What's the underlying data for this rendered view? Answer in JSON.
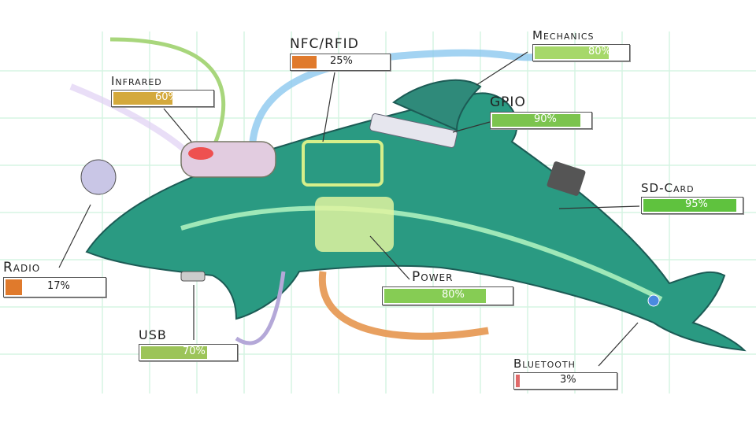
{
  "components": [
    {
      "id": "mechanics",
      "label": "Mechanics",
      "percent_text": "80%",
      "value": 80,
      "color": "#a6d86a"
    },
    {
      "id": "nfc-rfid",
      "label": "NFC/RFID",
      "percent_text": "25%",
      "value": 25,
      "color": "#e07a2c"
    },
    {
      "id": "infrared",
      "label": "Infrared",
      "percent_text": "60%",
      "value": 60,
      "color": "#d4a93c"
    },
    {
      "id": "gpio",
      "label": "GPIO",
      "percent_text": "90%",
      "value": 90,
      "color": "#7cc44e"
    },
    {
      "id": "sd-card",
      "label": "SD-Card",
      "percent_text": "95%",
      "value": 95,
      "color": "#5fc23e"
    },
    {
      "id": "radio",
      "label": "Radio",
      "percent_text": "17%",
      "value": 17,
      "color": "#e07a2c"
    },
    {
      "id": "power",
      "label": "Power",
      "percent_text": "80%",
      "value": 80,
      "color": "#86cc54"
    },
    {
      "id": "usb",
      "label": "USB",
      "percent_text": "70%",
      "value": 70,
      "color": "#9cc459"
    },
    {
      "id": "bluetooth",
      "label": "Bluetooth",
      "percent_text": "3%",
      "value": 3,
      "color": "#e06a6a"
    }
  ]
}
